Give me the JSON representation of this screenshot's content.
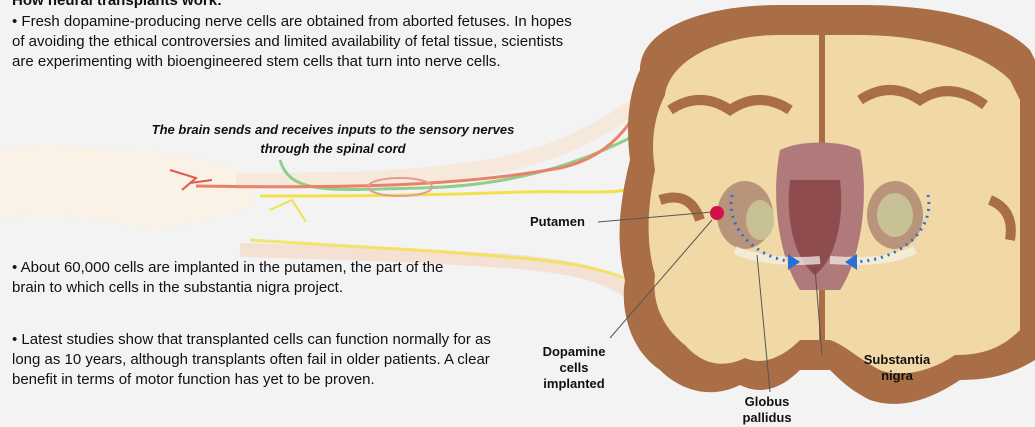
{
  "heading": "How neural transplants work:",
  "bullet_1": "• Fresh dopamine-producing nerve cells are obtained from aborted fetuses. In hopes of avoiding the ethical controversies and limited availability of fetal tissue, scientists are experimenting with bioengineered stem cells that turn into nerve cells.",
  "caption": "The brain sends and receives inputs to the sensory nerves through the spinal cord",
  "bullet_2": "• About 60,000 cells are implanted in the putamen, the part of the brain to which cells in the substantia nigra project.",
  "bullet_3": "• Latest studies show that transplanted cells can function normally for as long as 10 years, although transplants often fail in older patients. A clear benefit in terms of motor function has yet to be proven.",
  "labels": {
    "putamen": "Putamen",
    "dopamine": "Dopamine cells implanted",
    "globus": "Globus pallidus",
    "substantia": "Substantia nigra"
  },
  "colors": {
    "background": "#f3f3f3",
    "gray_matter": "#a96e45",
    "white_matter": "#f0d9a6",
    "nerve_green": "#8fcf8a",
    "nerve_red": "#e98268",
    "nerve_yellow": "#f3e04a",
    "implant_dot": "#d4104a",
    "dotted_path": "#2a6fd6"
  }
}
